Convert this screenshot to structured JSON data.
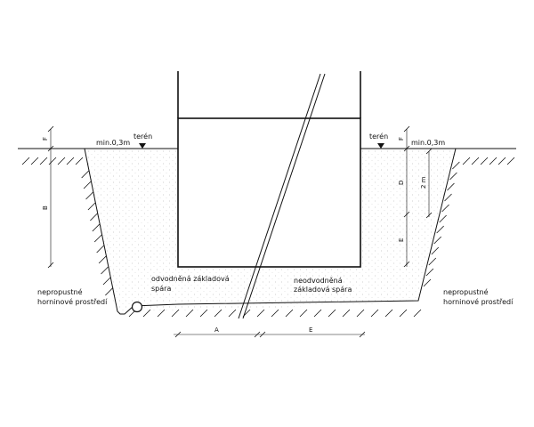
{
  "labels": {
    "teren_left": "terén",
    "teren_right": "terén",
    "min_left": "min.0,3m",
    "min_right": "min.0,3m",
    "odvodnena": [
      "odvodněná základová",
      "spára"
    ],
    "neodvodnena": [
      "neodvodněná",
      "základová spára"
    ],
    "nepropustne_left": [
      "nepropustné",
      "horninové prostředí"
    ],
    "nepropustne_right": [
      "nepropustné",
      "horninové prostředí"
    ]
  },
  "dimensions": {
    "F_left": "F",
    "B": "B",
    "F_right": "F",
    "D": "D",
    "E_vertical": "E",
    "two_m": "2 m",
    "A": "A",
    "E_horizontal": "E"
  },
  "colors": {
    "line": "#111111",
    "fill_dots": "#c8c8c8",
    "background": "#ffffff"
  }
}
